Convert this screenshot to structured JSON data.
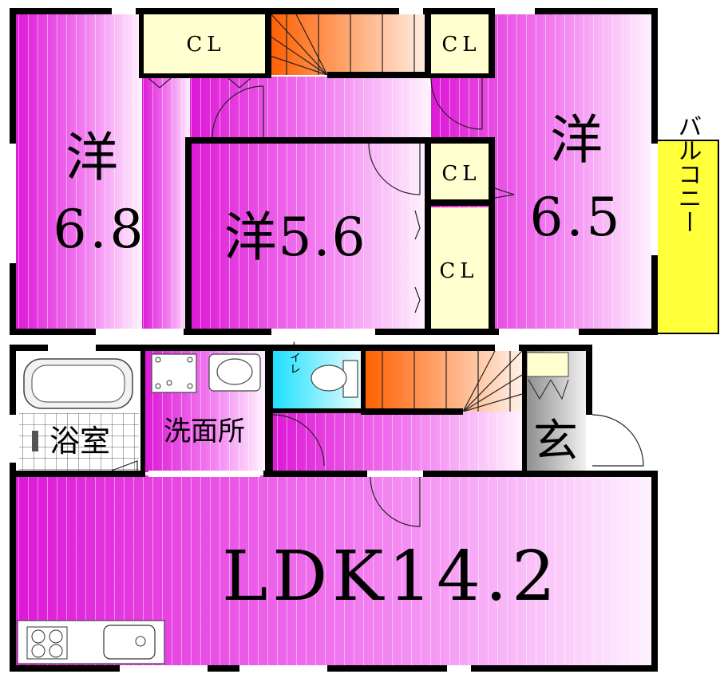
{
  "floor_plan": {
    "rooms": [
      {
        "id": "western-room-left",
        "label_top": "洋",
        "label_bottom": "6.8",
        "area_jo": 6.8
      },
      {
        "id": "western-room-center",
        "label": "洋5.6",
        "area_jo": 5.6
      },
      {
        "id": "western-room-right",
        "label_top": "洋",
        "label_bottom": "6.5",
        "area_jo": 6.5
      },
      {
        "id": "ldk",
        "label": "LDK14.2",
        "area_jo": 14.2
      },
      {
        "id": "bathroom",
        "label": "浴室"
      },
      {
        "id": "washroom",
        "label": "洗面所"
      },
      {
        "id": "toilet",
        "label": "トイレ"
      },
      {
        "id": "entrance",
        "label": "玄"
      },
      {
        "id": "balcony",
        "label": "バルコニー"
      }
    ],
    "closets": [
      "CL",
      "CL",
      "CL",
      "CL"
    ],
    "colors": {
      "room_dark": "#e020d8",
      "room_light": "#ffe6ff",
      "closet": "#ffffd0",
      "stairs_dark": "#ff6a00",
      "stairs_light": "#ffe6cc",
      "toilet": "#33e8ff",
      "balcony": "#ffff3a",
      "entrance_dark": "#9a9a9a",
      "wall": "#000000"
    }
  }
}
